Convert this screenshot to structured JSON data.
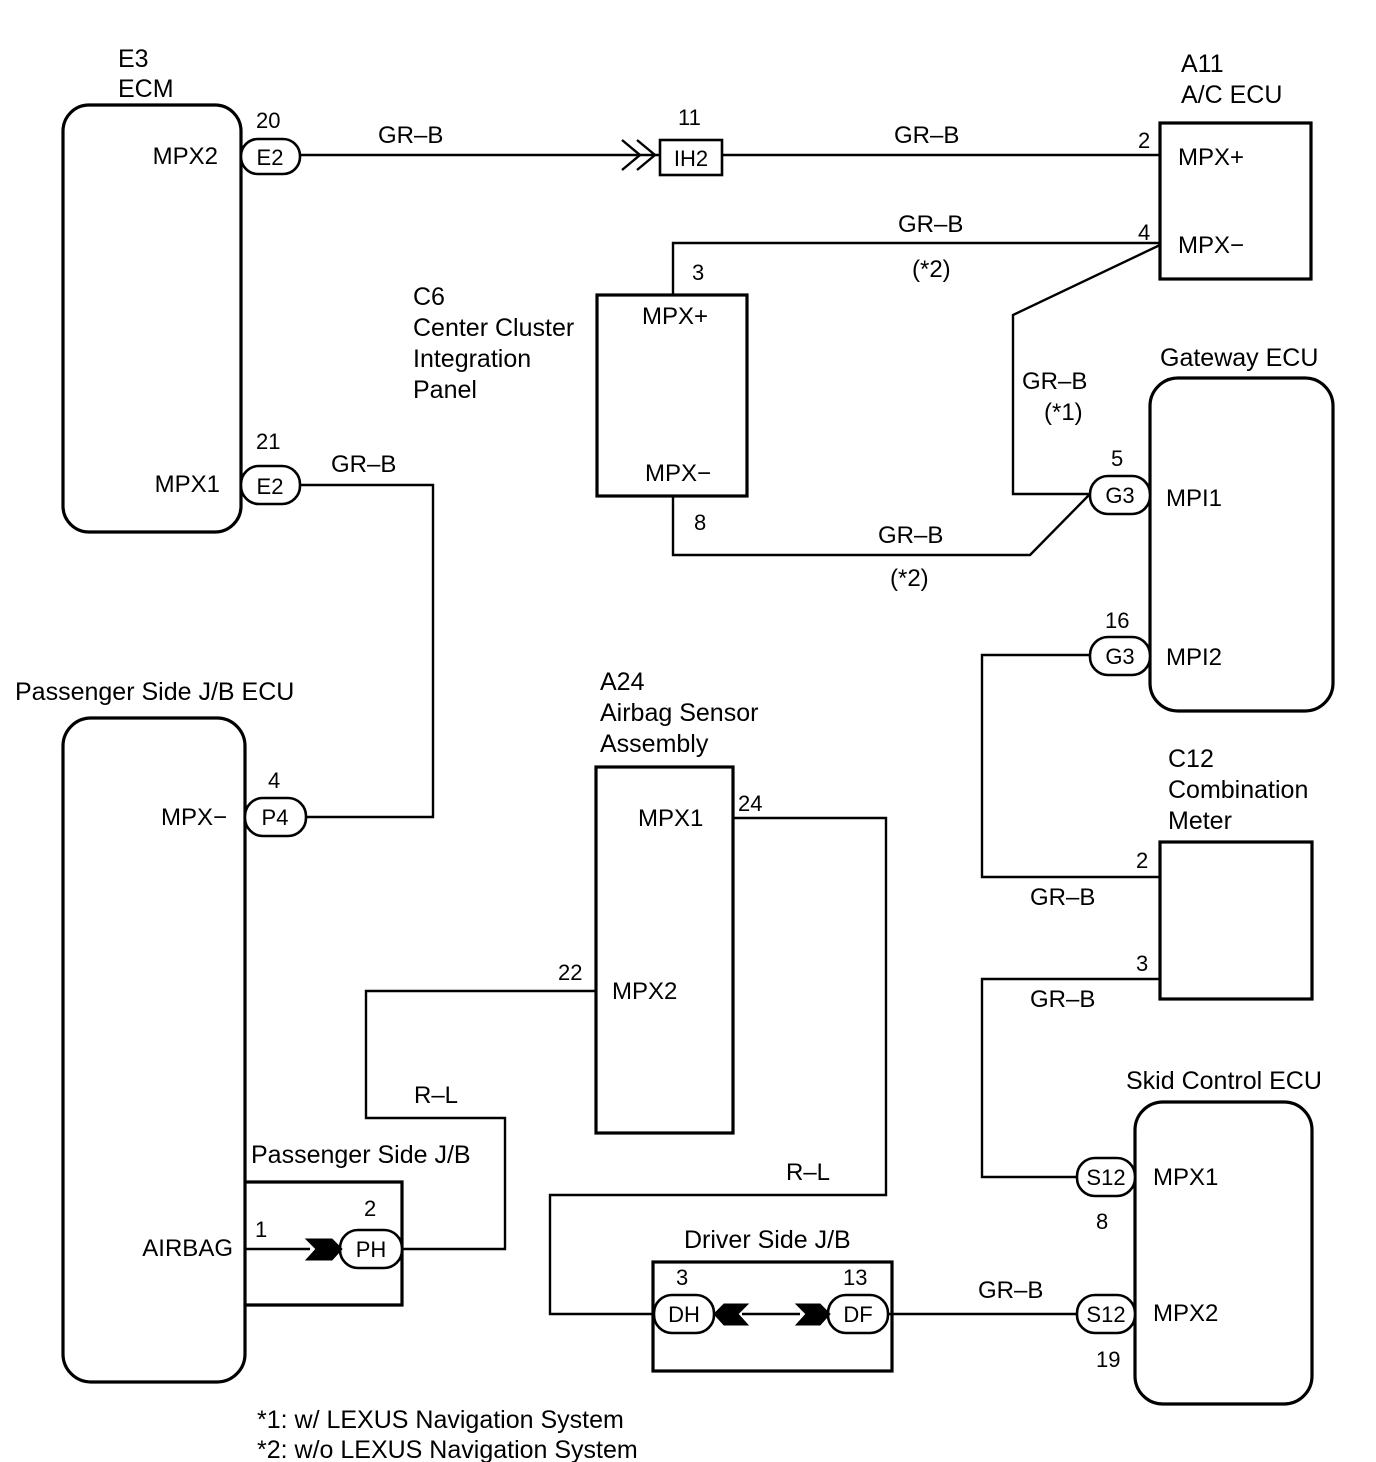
{
  "ecm": {
    "code": "E3",
    "name": "ECM",
    "pin_mpx2": "MPX2",
    "pin_mpx1": "MPX1"
  },
  "ac_ecu": {
    "code": "A11",
    "name": "A/C ECU",
    "pin_plus": "MPX+",
    "pin_minus": "MPX−"
  },
  "center_cluster": {
    "code": "C6",
    "name_line1": "Center Cluster",
    "name_line2": "Integration",
    "name_line3": "Panel",
    "pin_plus": "MPX+",
    "pin_minus": "MPX−"
  },
  "gateway": {
    "name": "Gateway ECU",
    "pin_mpi1": "MPI1",
    "pin_mpi2": "MPI2"
  },
  "passenger_jb_ecu": {
    "name": "Passenger Side J/B ECU",
    "pin_mpx": "MPX−",
    "pin_airbag": "AIRBAG"
  },
  "airbag_sensor": {
    "code": "A24",
    "name_line1": "Airbag Sensor",
    "name_line2": "Assembly",
    "pin_mpx1": "MPX1",
    "pin_mpx2": "MPX2"
  },
  "combination_meter": {
    "code": "C12",
    "name_line1": "Combination",
    "name_line2": "Meter"
  },
  "skid_ecu": {
    "name": "Skid Control ECU",
    "pin_mpx1": "MPX1",
    "pin_mpx2": "MPX2"
  },
  "passenger_jb": {
    "name": "Passenger Side J/B"
  },
  "driver_jb": {
    "name": "Driver Side J/B"
  },
  "connectors": {
    "e2": "E2",
    "ih2": "IH2",
    "g3": "G3",
    "p4": "P4",
    "ph": "PH",
    "dh": "DH",
    "df": "DF",
    "s12": "S12"
  },
  "pins": {
    "ecm_mpx2": "20",
    "ecm_mpx1": "21",
    "ih2": "11",
    "ac_plus": "2",
    "ac_minus": "4",
    "cc_plus": "3",
    "cc_minus": "8",
    "gw_mpi1": "5",
    "gw_mpi2": "16",
    "pj_mpx": "4",
    "pj_airbag": "1",
    "ph": "2",
    "ab_mpx1": "24",
    "ab_mpx2": "22",
    "meter_a": "2",
    "meter_b": "3",
    "skid_mpx1": "8",
    "skid_mpx2": "19",
    "dh": "3",
    "df": "13"
  },
  "wires": {
    "grb": "GR–B",
    "rl": "R–L"
  },
  "notes": {
    "n1": "(*1)",
    "n2": "(*2)"
  },
  "footnotes": {
    "line1": "*1: w/ LEXUS Navigation System",
    "line2": "*2: w/o LEXUS Navigation System"
  }
}
